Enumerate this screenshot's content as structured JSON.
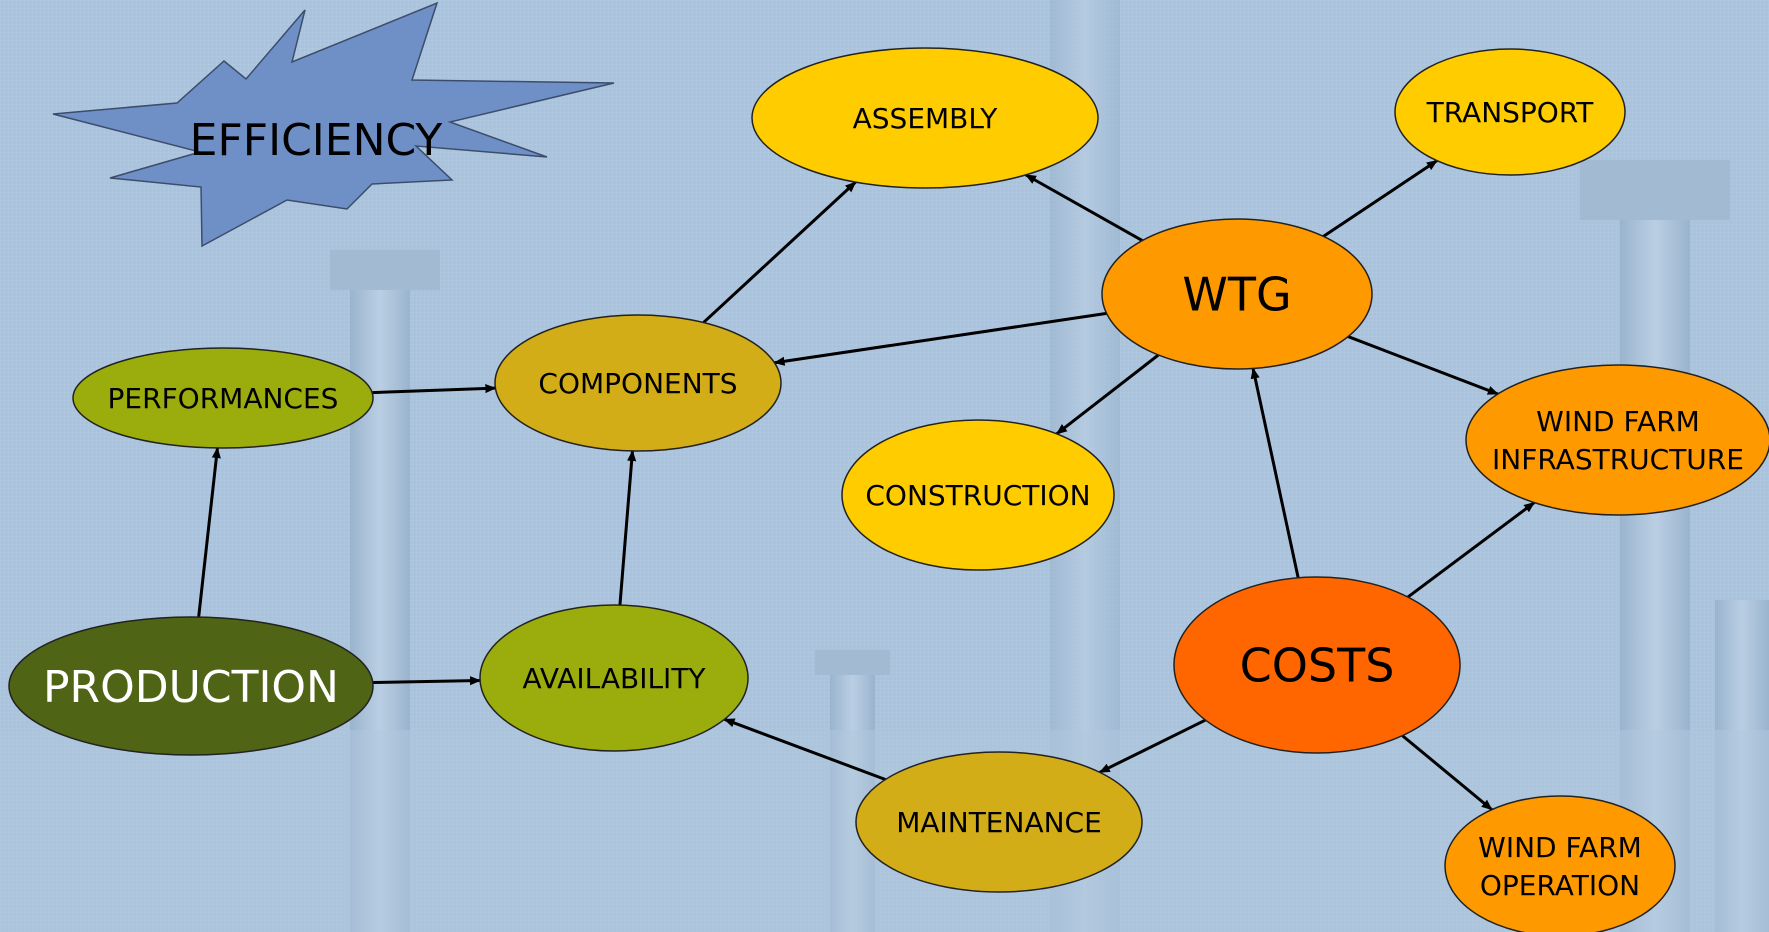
{
  "colors": {
    "background": "#a9c3dc",
    "burst": "#6f8fc7",
    "yellow": "#ffcc00",
    "olive": "#9aad0c",
    "gold": "#d2ad17",
    "dark_green": "#4f6415",
    "orange": "#ff9900",
    "costs_orange": "#ff6600",
    "edge": "#000000"
  },
  "title": {
    "label": "EFFICIENCY",
    "shape": "starburst"
  },
  "nodes": [
    {
      "id": "assembly",
      "lines": [
        "ASSEMBLY"
      ],
      "color": "yellow"
    },
    {
      "id": "transport",
      "lines": [
        "TRANSPORT"
      ],
      "color": "yellow"
    },
    {
      "id": "wtg",
      "lines": [
        "WTG"
      ],
      "color": "orange"
    },
    {
      "id": "performances",
      "lines": [
        "PERFORMANCES"
      ],
      "color": "olive"
    },
    {
      "id": "components",
      "lines": [
        "COMPONENTS"
      ],
      "color": "gold"
    },
    {
      "id": "wind-farm-infrastructure",
      "lines": [
        "WIND FARM",
        "INFRASTRUCTURE"
      ],
      "color": "orange"
    },
    {
      "id": "construction",
      "lines": [
        "CONSTRUCTION"
      ],
      "color": "yellow"
    },
    {
      "id": "costs",
      "lines": [
        "COSTS"
      ],
      "color": "costs_orange"
    },
    {
      "id": "production",
      "lines": [
        "PRODUCTION"
      ],
      "color": "dark_green"
    },
    {
      "id": "availability",
      "lines": [
        "AVAILABILITY"
      ],
      "color": "olive"
    },
    {
      "id": "maintenance",
      "lines": [
        "MAINTENANCE"
      ],
      "color": "gold"
    },
    {
      "id": "wind-farm-operation",
      "lines": [
        "WIND FARM",
        "OPERATION"
      ],
      "color": "orange"
    }
  ],
  "edges": [
    {
      "from": "components",
      "to": "assembly"
    },
    {
      "from": "wtg",
      "to": "assembly"
    },
    {
      "from": "wtg",
      "to": "transport"
    },
    {
      "from": "wtg",
      "to": "components"
    },
    {
      "from": "wtg",
      "to": "construction"
    },
    {
      "from": "wtg",
      "to": "wind-farm-infrastructure"
    },
    {
      "from": "performances",
      "to": "components"
    },
    {
      "from": "production",
      "to": "performances"
    },
    {
      "from": "production",
      "to": "availability"
    },
    {
      "from": "availability",
      "to": "components"
    },
    {
      "from": "costs",
      "to": "wtg"
    },
    {
      "from": "costs",
      "to": "wind-farm-infrastructure"
    },
    {
      "from": "costs",
      "to": "wind-farm-operation"
    },
    {
      "from": "costs",
      "to": "maintenance"
    },
    {
      "from": "maintenance",
      "to": "availability"
    }
  ]
}
